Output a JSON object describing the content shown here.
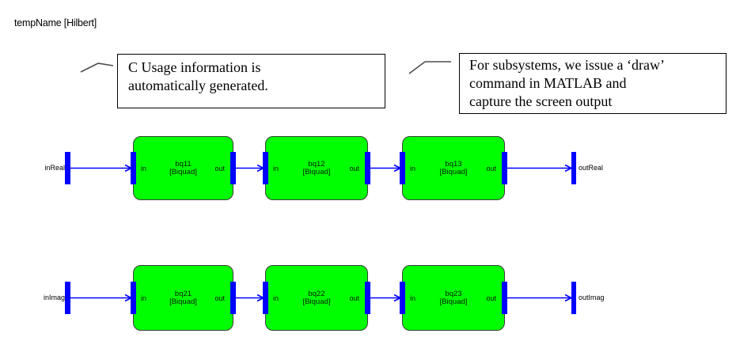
{
  "title": "tempName [Hilbert]",
  "callouts": {
    "c_usage": "C Usage information is\nautomatically generated.",
    "subsystems": "For subsystems, we issue a ‘draw’\ncommand in MATLAB and\ncapture the screen output"
  },
  "rows": [
    {
      "input_label": "inReal",
      "output_label": "outReal",
      "blocks": [
        {
          "name": "bq11",
          "type": "[Biquad]",
          "in_label": "in",
          "out_label": "out"
        },
        {
          "name": "bq12",
          "type": "[Biquad]",
          "in_label": "in",
          "out_label": "out"
        },
        {
          "name": "bq13",
          "type": "[Biquad]",
          "in_label": "in",
          "out_label": "out"
        }
      ]
    },
    {
      "input_label": "inImag",
      "output_label": "outImag",
      "blocks": [
        {
          "name": "bq21",
          "type": "[Biquad]",
          "in_label": "in",
          "out_label": "out"
        },
        {
          "name": "bq22",
          "type": "[Biquad]",
          "in_label": "in",
          "out_label": "out"
        },
        {
          "name": "bq23",
          "type": "[Biquad]",
          "in_label": "in",
          "out_label": "out"
        }
      ]
    }
  ],
  "colors": {
    "block_fill": "#00ff00",
    "port_bar": "#0000ff",
    "signal_line": "#0000ff",
    "leader_line": "#4d4d4d"
  }
}
